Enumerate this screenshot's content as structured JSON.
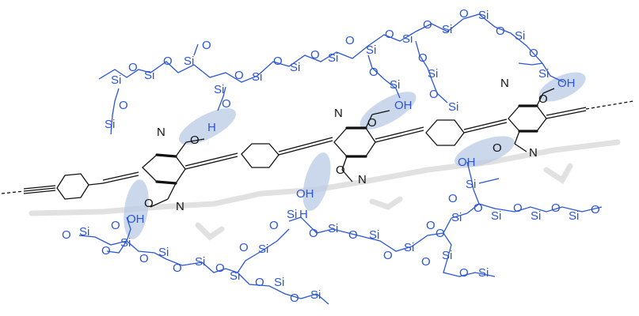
{
  "colors": {
    "siloxane": "#2a56d6",
    "polymer": "#111111",
    "hbond_highlight": "#b9cbe6",
    "shadow": "#c9c9c9"
  },
  "labels": {
    "si": "Si",
    "o": "O",
    "oh": "OH",
    "h": "H",
    "n": "N"
  }
}
